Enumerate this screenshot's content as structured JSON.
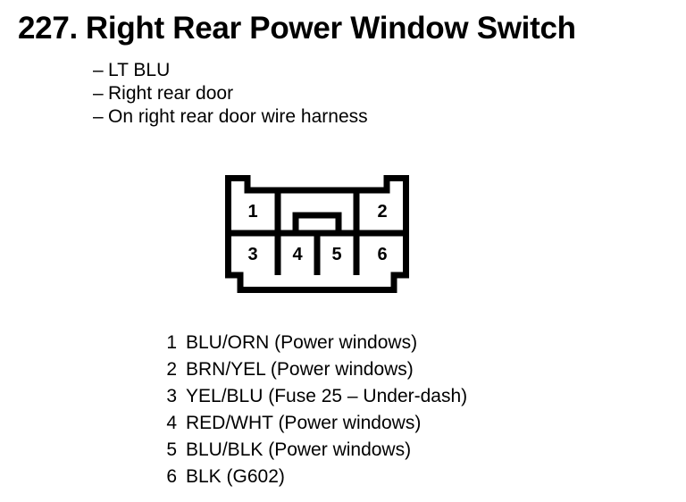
{
  "header": {
    "number": "227.",
    "title": "Right Rear Power Window Switch"
  },
  "details": {
    "dash": "–",
    "items": [
      "LT BLU",
      "Right rear door",
      "On right rear door wire harness"
    ]
  },
  "connector": {
    "cavity_labels_top": [
      "1",
      "2"
    ],
    "cavity_labels_bottom": [
      "3",
      "4",
      "5",
      "6"
    ],
    "outline_color": "#000000",
    "fill_color": "#ffffff"
  },
  "pin_legend": [
    {
      "pin": "1",
      "text": "BLU/ORN (Power windows)"
    },
    {
      "pin": "2",
      "text": "BRN/YEL (Power windows)"
    },
    {
      "pin": "3",
      "text": "YEL/BLU (Fuse 25 – Under-dash)"
    },
    {
      "pin": "4",
      "text": "RED/WHT (Power windows)"
    },
    {
      "pin": "5",
      "text": "BLU/BLK (Power windows)"
    },
    {
      "pin": "6",
      "text": "BLK (G602)"
    }
  ]
}
